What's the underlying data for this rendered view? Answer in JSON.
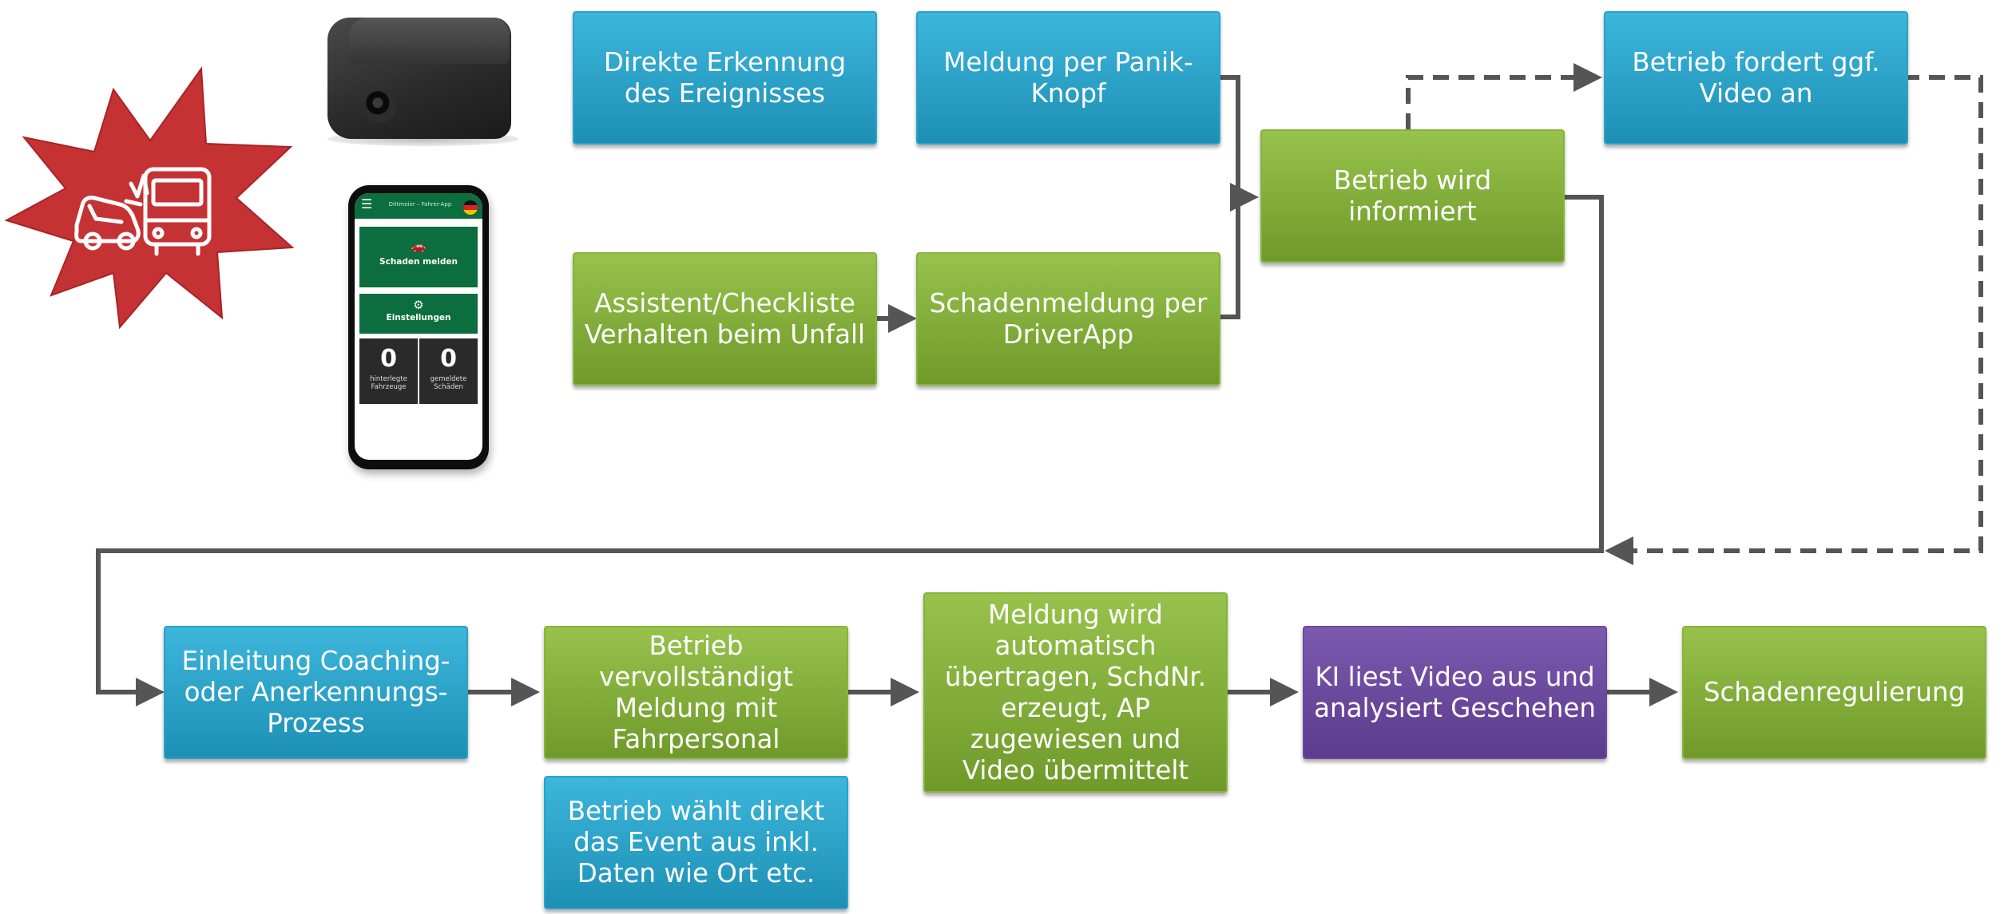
{
  "colors": {
    "blue": "#2aa3c9",
    "green": "#86b43a",
    "purple": "#6a4a9f",
    "connector": "#555555",
    "accident_star": "#c53234",
    "app_green": "#0c6e3e"
  },
  "icons": {
    "accident": "car-bus-collision-icon",
    "dashcam": "dashcam-device",
    "phone": "smartphone-driverapp"
  },
  "boxes": {
    "direct_detection": "Direkte Erkennung des Ereignisses",
    "panic_button": "Meldung per Panik-Knopf",
    "assistant_checklist": "Assistent/Checkliste Verhalten beim Unfall",
    "damage_report_app": "Schadenmeldung per DriverApp",
    "operator_informed": "Betrieb wird informiert",
    "operator_requests_video": "Betrieb fordert ggf. Video an",
    "coaching": "Einleitung Coaching- oder Anerkennungs-Prozess",
    "operator_completes": "Betrieb vervollständigt Meldung mit Fahrpersonal",
    "auto_transfer": "Meldung wird automatisch übertragen, SchdNr. erzeugt, AP zugewiesen und Video übermittelt",
    "ai_analysis": "KI liest Video aus und analysiert Geschehen",
    "claims_settlement": "Schadenregulierung",
    "operator_selects_event": "Betrieb wählt direkt das Event aus inkl. Daten wie Ort etc."
  },
  "phone": {
    "app_title": "Dittmeier – Fahrer-App",
    "report_damage": "Schaden melden",
    "settings": "Einstellungen",
    "stats": [
      {
        "value": "0",
        "label": "hinterlegte Fahrzeuge"
      },
      {
        "value": "0",
        "label": "gemeldete Schäden"
      }
    ]
  }
}
